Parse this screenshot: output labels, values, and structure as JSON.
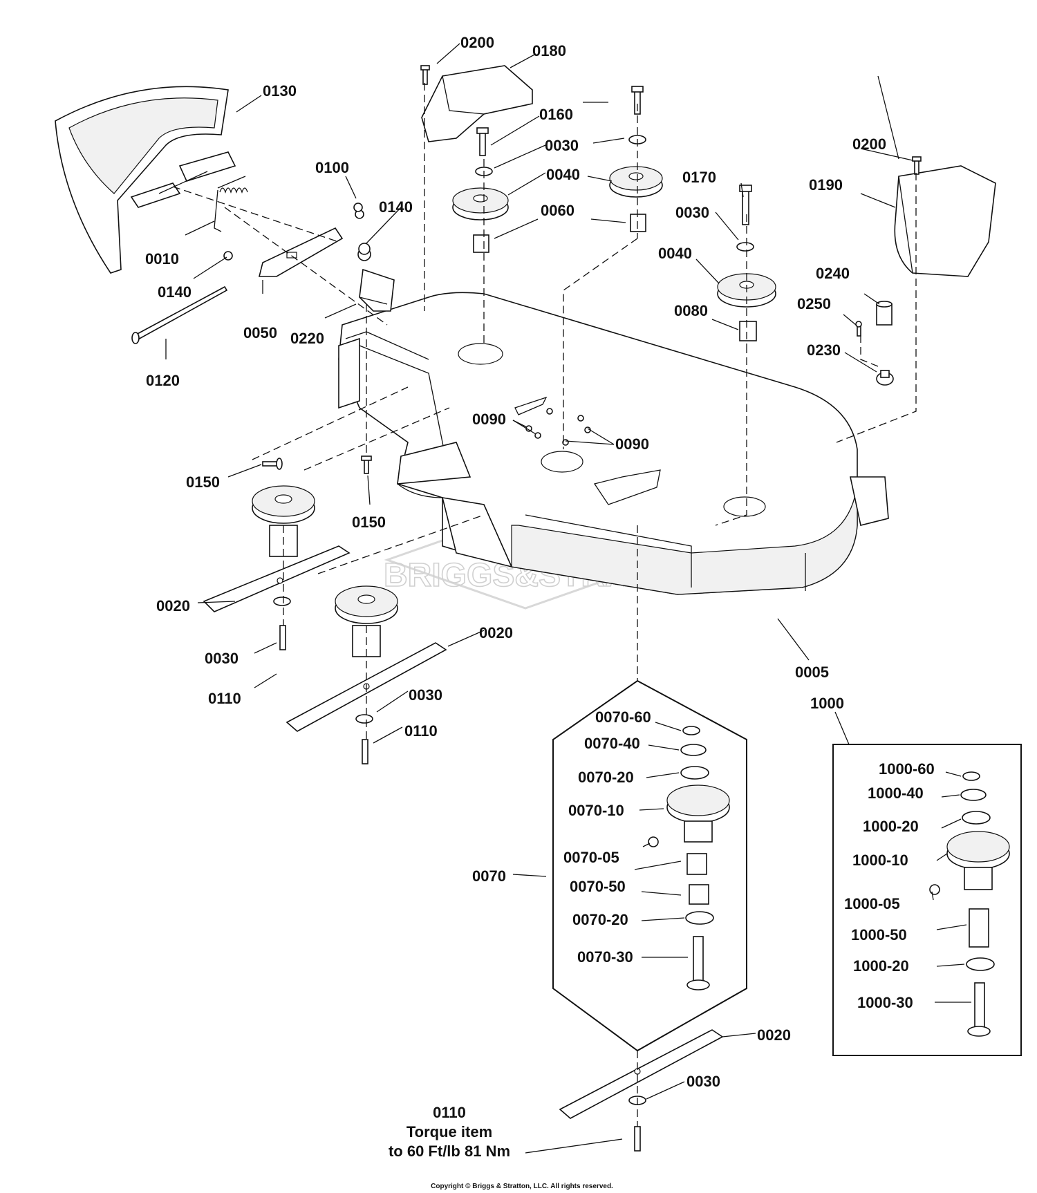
{
  "diagram": {
    "watermark": "BRIGGS&STRATTON",
    "copyright": "Copyright © Briggs & Stratton, LLC. All rights reserved.",
    "torque_note": {
      "part": "0110",
      "line1": "Torque item",
      "line2": "to 60 Ft/lb 81 Nm"
    },
    "callouts": [
      {
        "id": "c0200a",
        "text": "0200"
      },
      {
        "id": "c0180",
        "text": "0180"
      },
      {
        "id": "c0130",
        "text": "0130"
      },
      {
        "id": "c0160",
        "text": "0160"
      },
      {
        "id": "c0030a",
        "text": "0030"
      },
      {
        "id": "c0200b",
        "text": "0200"
      },
      {
        "id": "c0100",
        "text": "0100"
      },
      {
        "id": "c0040a",
        "text": "0040"
      },
      {
        "id": "c0170",
        "text": "0170"
      },
      {
        "id": "c0190",
        "text": "0190"
      },
      {
        "id": "c0140a",
        "text": "0140"
      },
      {
        "id": "c0060",
        "text": "0060"
      },
      {
        "id": "c0030b",
        "text": "0030"
      },
      {
        "id": "c0010",
        "text": "0010"
      },
      {
        "id": "c0040b",
        "text": "0040"
      },
      {
        "id": "c0240",
        "text": "0240"
      },
      {
        "id": "c0140b",
        "text": "0140"
      },
      {
        "id": "c0250",
        "text": "0250"
      },
      {
        "id": "c0080",
        "text": "0080"
      },
      {
        "id": "c0050",
        "text": "0050"
      },
      {
        "id": "c0220",
        "text": "0220"
      },
      {
        "id": "c0230",
        "text": "0230"
      },
      {
        "id": "c0120",
        "text": "0120"
      },
      {
        "id": "c0090a",
        "text": "0090"
      },
      {
        "id": "c0090b",
        "text": "0090"
      },
      {
        "id": "c0150a",
        "text": "0150"
      },
      {
        "id": "c0150b",
        "text": "0150"
      },
      {
        "id": "c0020a",
        "text": "0020"
      },
      {
        "id": "c0020b",
        "text": "0020"
      },
      {
        "id": "c0030c",
        "text": "0030"
      },
      {
        "id": "c0005",
        "text": "0005"
      },
      {
        "id": "c0110a",
        "text": "0110"
      },
      {
        "id": "c0030d",
        "text": "0030"
      },
      {
        "id": "c0110b",
        "text": "0110"
      },
      {
        "id": "c1000",
        "text": "1000"
      },
      {
        "id": "c0070-60",
        "text": "0070-60"
      },
      {
        "id": "c0070-40",
        "text": "0070-40"
      },
      {
        "id": "c0070-20a",
        "text": "0070-20"
      },
      {
        "id": "c0070-10",
        "text": "0070-10"
      },
      {
        "id": "c0070-05",
        "text": "0070-05"
      },
      {
        "id": "c0070",
        "text": "0070"
      },
      {
        "id": "c0070-50",
        "text": "0070-50"
      },
      {
        "id": "c0070-20b",
        "text": "0070-20"
      },
      {
        "id": "c0070-30",
        "text": "0070-30"
      },
      {
        "id": "c1000-60",
        "text": "1000-60"
      },
      {
        "id": "c1000-40",
        "text": "1000-40"
      },
      {
        "id": "c1000-20a",
        "text": "1000-20"
      },
      {
        "id": "c1000-10",
        "text": "1000-10"
      },
      {
        "id": "c1000-05",
        "text": "1000-05"
      },
      {
        "id": "c1000-50",
        "text": "1000-50"
      },
      {
        "id": "c1000-20b",
        "text": "1000-20"
      },
      {
        "id": "c1000-30",
        "text": "1000-30"
      },
      {
        "id": "c0020c",
        "text": "0020"
      },
      {
        "id": "c0030e",
        "text": "0030"
      }
    ]
  }
}
